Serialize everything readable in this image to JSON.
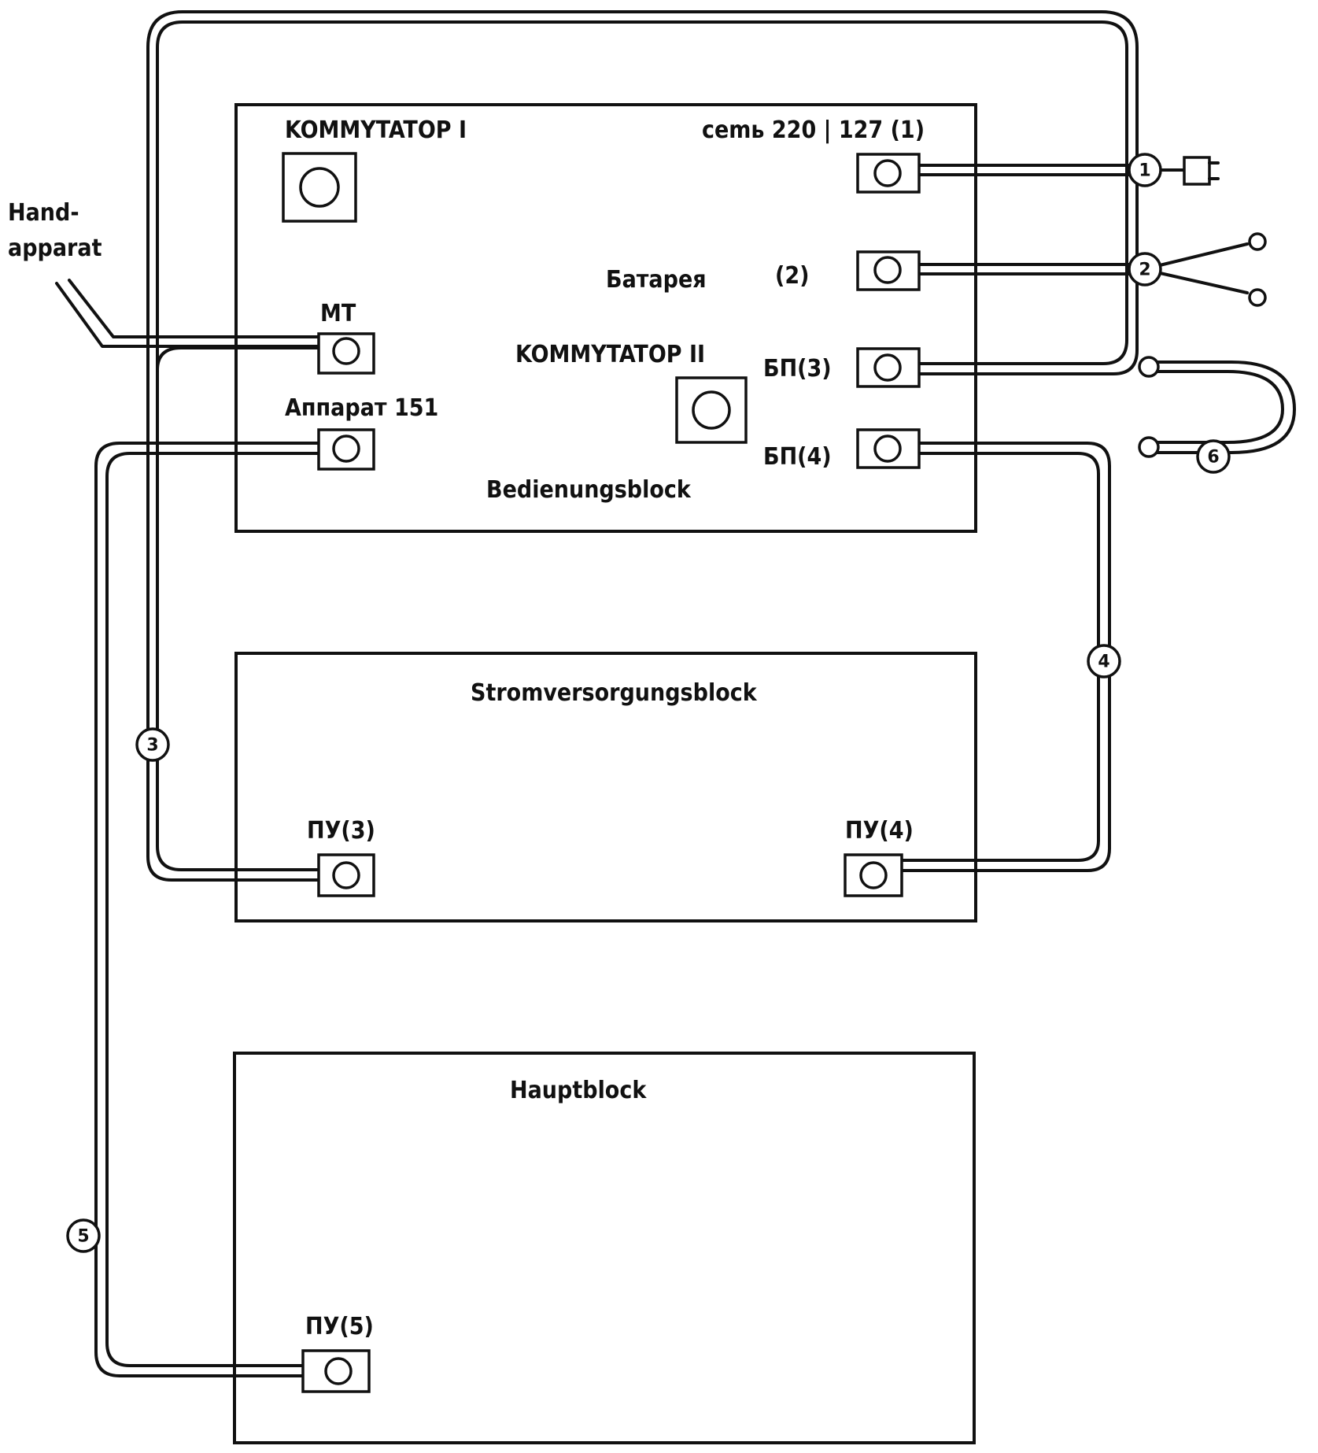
{
  "blocks": {
    "operator_block": "Bedienungsblock",
    "power_block": "Stromversorgungsblock",
    "main_block": "Hauptblock"
  },
  "labels": {
    "switch_1": "KOMMYTATOP I",
    "switch_2": "KOMMYTATOP II",
    "mains": "cemь 220 | 127 (1)",
    "battery": "Батарея",
    "battery_num": "(2)",
    "bp3": "БП(3)",
    "bp4": "БП(4)",
    "mt": "MT",
    "apparat": "Аппарат 151",
    "pu3": "ПУ(3)",
    "pu4": "ПУ(4)",
    "pu5": "ПУ(5)",
    "handset_line1": "Hand-",
    "handset_line2": "apparat"
  },
  "cable_numbers": [
    "1",
    "2",
    "3",
    "4",
    "5",
    "6"
  ]
}
